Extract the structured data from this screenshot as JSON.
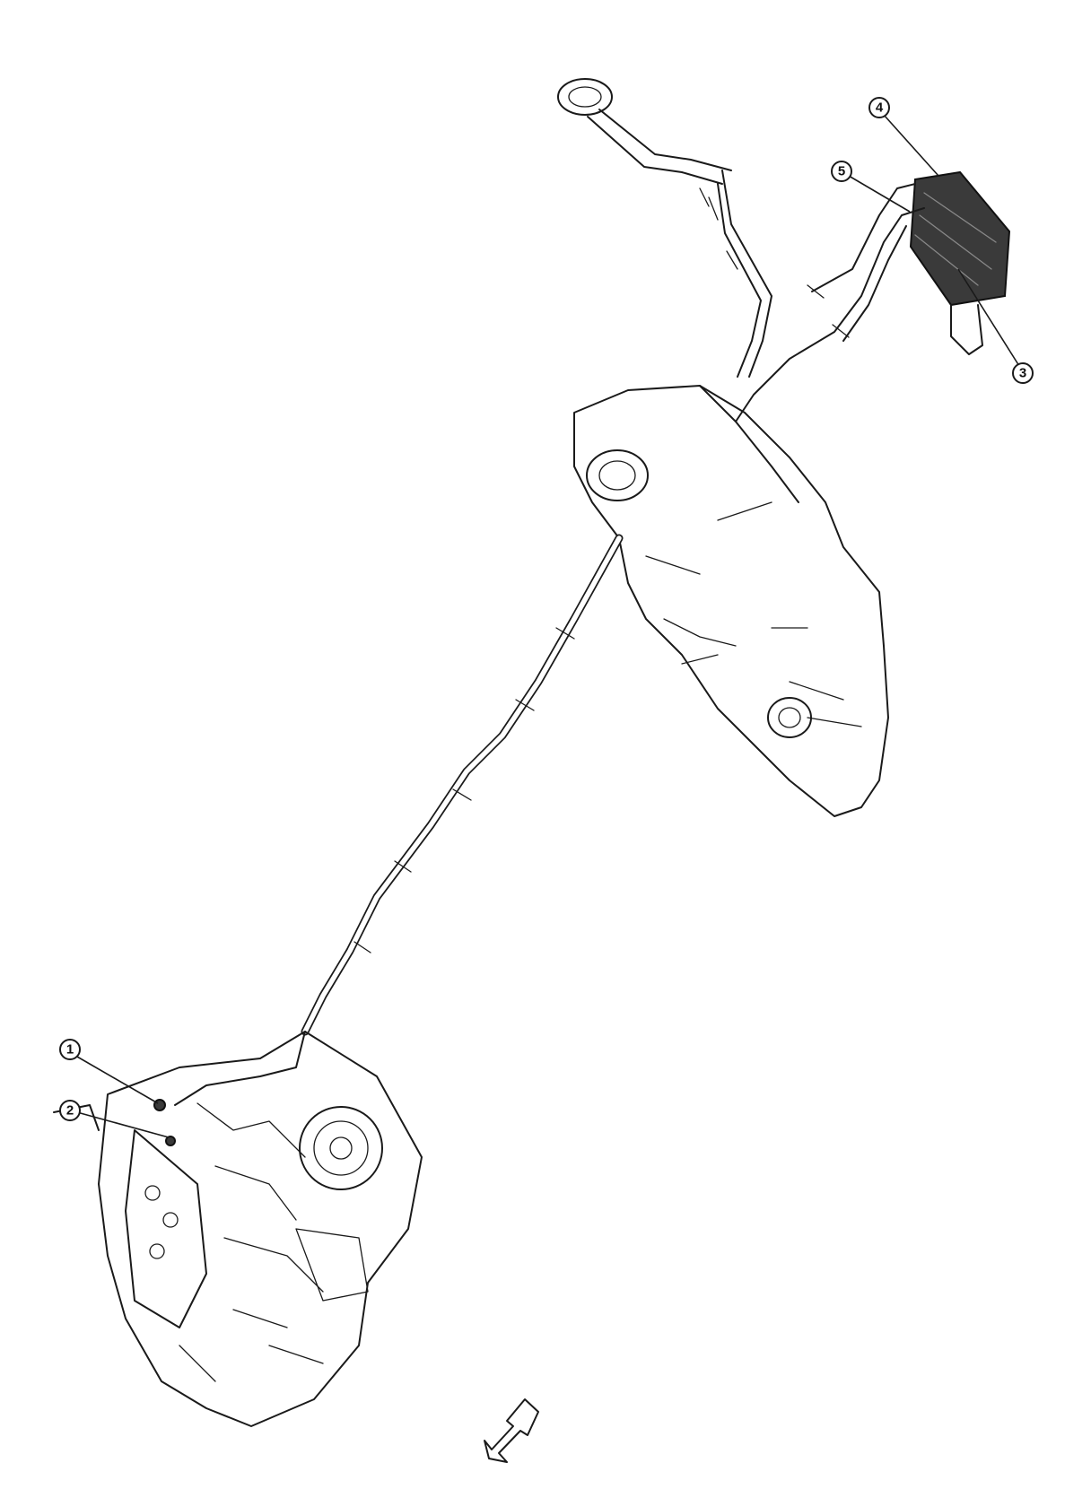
{
  "diagram": {
    "colors": {
      "line": "#1a1a1a",
      "canister_fill": "#3a3a3a",
      "background": "#ffffff"
    },
    "callouts": [
      {
        "id": "1",
        "label": "1"
      },
      {
        "id": "2",
        "label": "2"
      },
      {
        "id": "3",
        "label": "3"
      },
      {
        "id": "4",
        "label": "4"
      },
      {
        "id": "5",
        "label": "5"
      }
    ],
    "icons": {
      "direction": "front-arrow-icon"
    }
  }
}
